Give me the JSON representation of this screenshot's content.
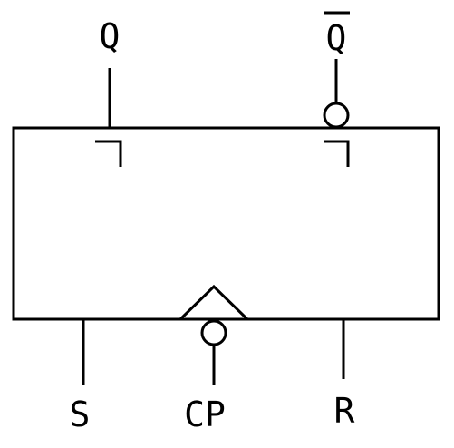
{
  "diagram": {
    "pins": {
      "q": "Q",
      "q_bar": "Q",
      "s": "S",
      "cp": "CP",
      "r": "R"
    },
    "colors": {
      "stroke": "#000000",
      "background": "#ffffff"
    }
  }
}
